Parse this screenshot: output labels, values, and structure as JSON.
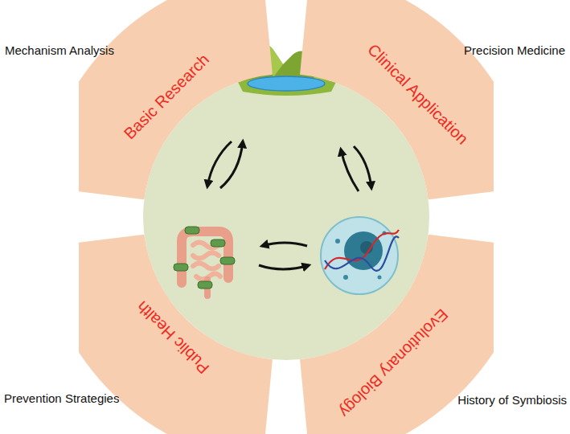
{
  "diagram": {
    "nodes": [
      {
        "text": [
          "Basic Research"
        ]
      },
      {
        "text": [
          "Clinical Application"
        ]
      },
      {
        "text": [
          "Public Health"
        ]
      },
      {
        "text": [
          "Evolutionary Biology"
        ]
      }
    ],
    "labels": [
      "Mechanism Analysis",
      "Precision Medicine",
      "Prevention Strategies",
      "History of Symbiosis"
    ]
  }
}
